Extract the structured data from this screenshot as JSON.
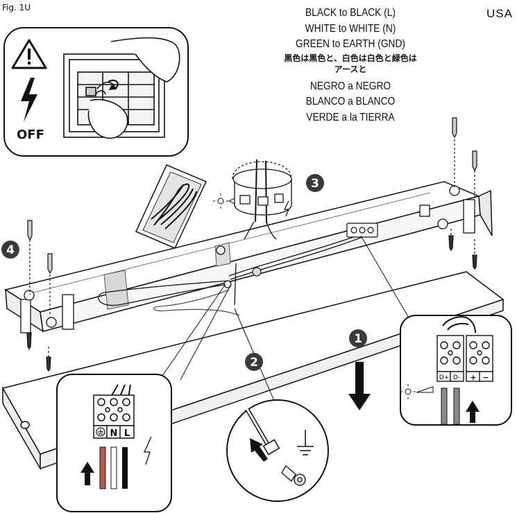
{
  "figure": {
    "label": "Fig. 1U",
    "region": "USA"
  },
  "instructions": {
    "black": "BLACK to BLACK (L)",
    "white": "WHITE to WHITE (N)",
    "green": "GREEN to EARTH (GND)",
    "jp_line1": "黒色は黒色と、白色は白色と緑色は",
    "jp_line2": "アースと",
    "es_black": "NEGRO a NEGRO",
    "es_white": "BLANCO a BLANCO",
    "es_green": "VERDE a la TIERRA"
  },
  "warning_panel": {
    "off_label": "OFF"
  },
  "steps": {
    "one": "1",
    "two": "2",
    "three": "3",
    "four": "4"
  },
  "terminal_left": {
    "neutral": "N",
    "line": "L"
  },
  "terminal_right": {
    "dplus": "D+",
    "dminus": "D-",
    "plus": "+",
    "minus": "−"
  },
  "colors": {
    "step_badge": "#3a3a3a",
    "wire_gray": "#8a8a8a",
    "wire_red": "#b45a50",
    "black": "#111111"
  },
  "icons": [
    "warning-triangle-icon",
    "lightning-icon",
    "ground-icon",
    "dim-icon",
    "arrow-up-icon",
    "arrow-down-icon"
  ]
}
